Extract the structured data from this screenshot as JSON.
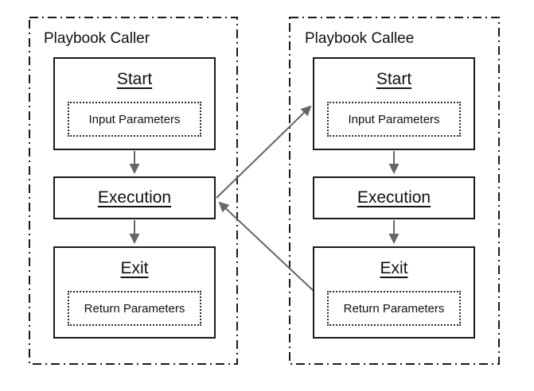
{
  "colors": {
    "border": "#1a1a1a",
    "arrow": "#666666",
    "text": "#111111",
    "background": "#ffffff"
  },
  "caller": {
    "label": "Playbook Caller",
    "start": {
      "title": "Start",
      "param": "Input Parameters"
    },
    "execution": {
      "title": "Execution"
    },
    "exit": {
      "title": "Exit",
      "param": "Return Parameters"
    }
  },
  "callee": {
    "label": "Playbook Callee",
    "start": {
      "title": "Start",
      "param": "Input Parameters"
    },
    "execution": {
      "title": "Execution"
    },
    "exit": {
      "title": "Exit",
      "param": "Return Parameters"
    }
  },
  "connections": [
    {
      "from": "caller.start",
      "to": "caller.execution",
      "type": "flow"
    },
    {
      "from": "caller.execution",
      "to": "caller.exit",
      "type": "flow"
    },
    {
      "from": "callee.start",
      "to": "callee.execution",
      "type": "flow"
    },
    {
      "from": "callee.execution",
      "to": "callee.exit",
      "type": "flow"
    },
    {
      "from": "caller.execution",
      "to": "callee.start",
      "type": "call"
    },
    {
      "from": "callee.exit",
      "to": "caller.execution",
      "type": "return"
    }
  ]
}
